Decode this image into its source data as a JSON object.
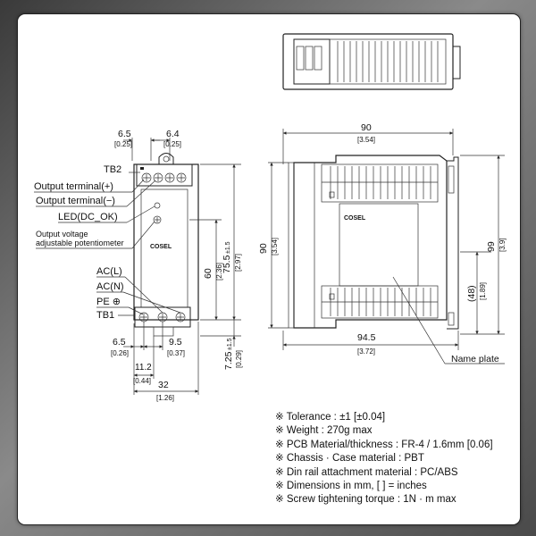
{
  "side_view": {
    "dims": {
      "top_left": "6.5",
      "top_left_in": "[0.25]",
      "top_right": "6.4",
      "top_right_in": "[0.25]",
      "height_overall": "75.5",
      "height_overall_tol": "±1.5",
      "height_overall_in": "[2.97]",
      "height_inner": "60",
      "height_inner_in": "[2.36]",
      "bottom_ext": "7.25",
      "bottom_ext_tol": "±1.5",
      "bottom_ext_in": "[0.29]",
      "bottom_left": "6.5",
      "bottom_left_in": "[0.26]",
      "bottom_mid": "9.5",
      "bottom_mid_in": "[0.37]",
      "bottom_small": "11.2",
      "bottom_small_in": "[0.44]",
      "width": "32",
      "width_in": "[1.26]"
    },
    "labels": {
      "tb2": "TB2",
      "out_plus": "Output terminal(+)",
      "out_minus": "Output terminal(−)",
      "led": "LED(DC_OK)",
      "pot_line1": "Output voltage",
      "pot_line2": "adjustable potentiometer",
      "acl": "AC(L)",
      "acn": "AC(N)",
      "pe": "PE ⊕",
      "tb1": "TB1",
      "logo": "COSEL"
    }
  },
  "front_view": {
    "dims": {
      "width": "90",
      "width_in": "[3.54]",
      "height": "90",
      "height_in": "[3.54]",
      "height_total": "99",
      "height_total_in": "[3.9]",
      "rail": "(48)",
      "rail_in": "[1.89]",
      "depth": "94.5",
      "depth_in": "[3.72]"
    },
    "labels": {
      "logo": "COSEL",
      "nameplate": "Name plate"
    }
  },
  "notes": [
    "※ Tolerance : ±1 [±0.04]",
    "※ Weight  : 270g max",
    "※ PCB Material/thickness : FR-4 / 1.6mm [0.06]",
    "※ Chassis · Case material : PBT",
    "※ Din rail attachment material : PC/ABS",
    "※ Dimensions in mm, [  ] = inches",
    "※ Screw tightening torque : 1N · m max"
  ]
}
